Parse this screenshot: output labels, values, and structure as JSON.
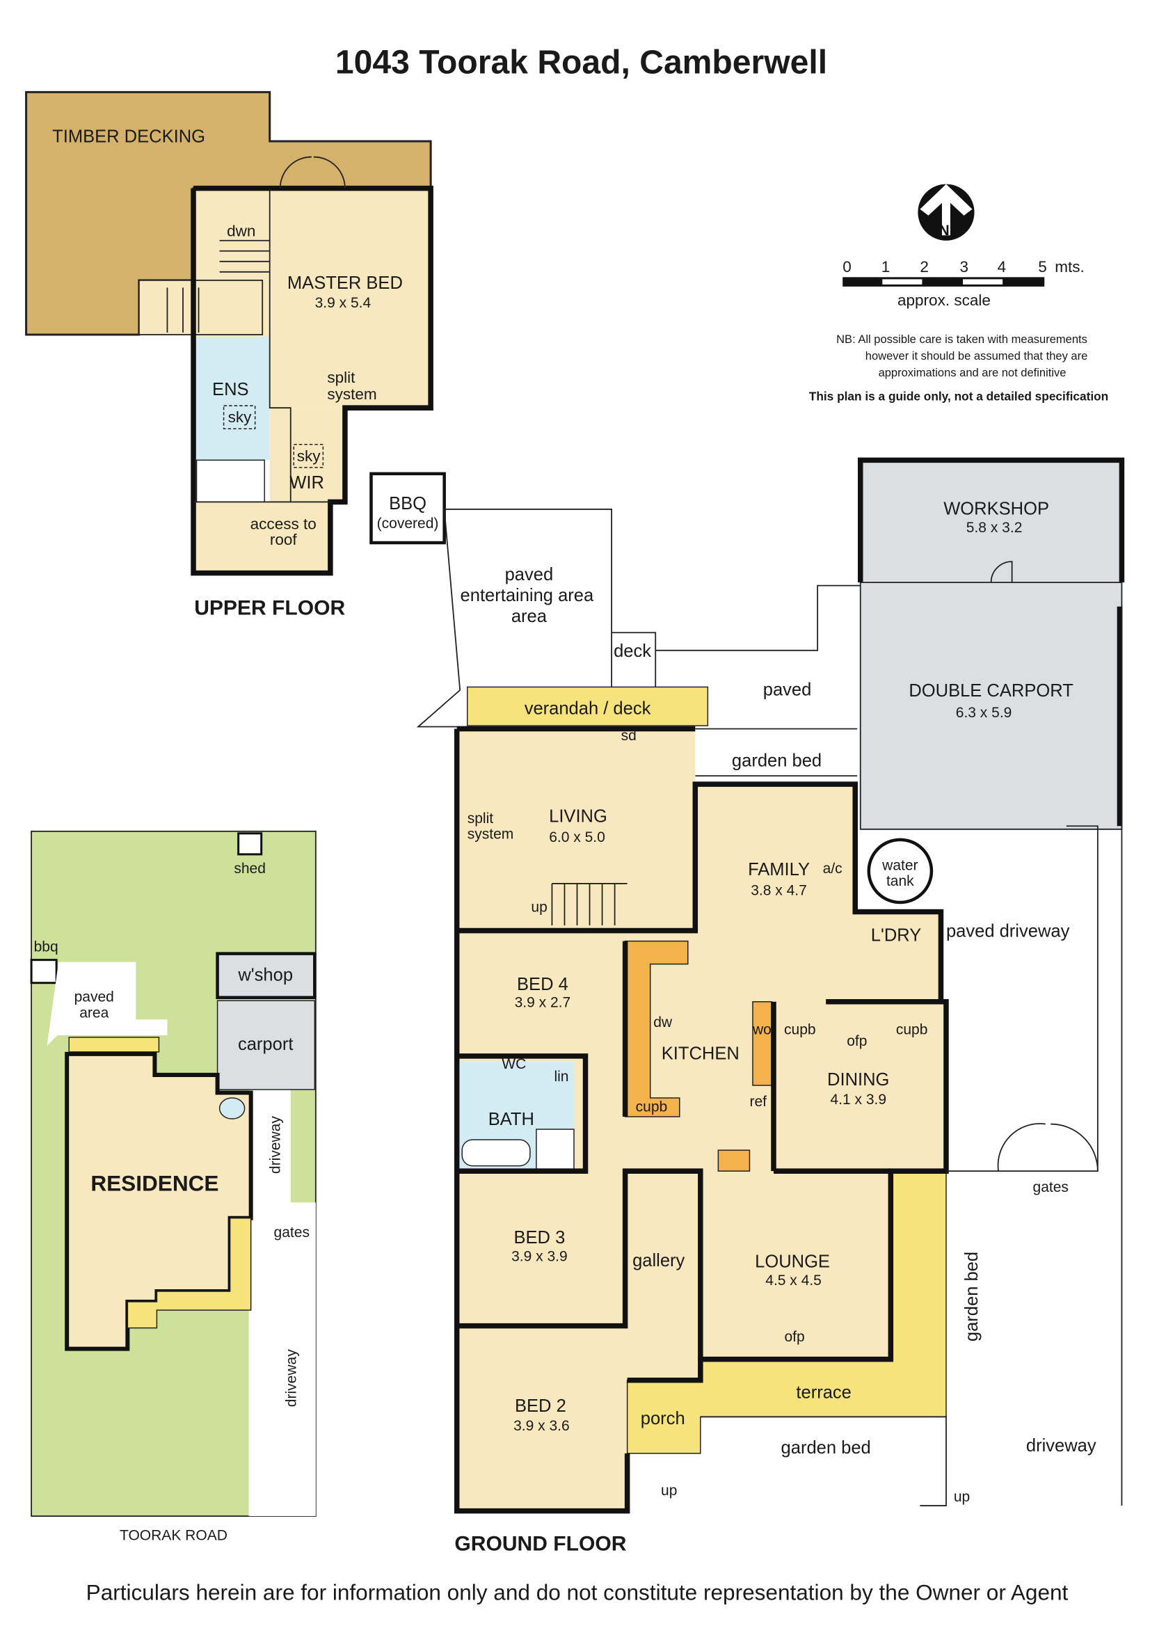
{
  "title": "1043 Toorak Road, Camberwell",
  "colors": {
    "cream": "#f8e8bf",
    "decking": "#d5b26c",
    "yellow": "#f7e37c",
    "grey": "#dcdfe1",
    "blue": "#d3ebf2",
    "green": "#cde19b",
    "orange": "#f3b24b"
  },
  "upper_floor": {
    "label": "UPPER FLOOR",
    "timber_decking": "TIMBER DECKING",
    "dwn": "dwn",
    "master_bed": {
      "name": "MASTER BED",
      "dim": "3.9 x 5.4"
    },
    "split_system": [
      "split",
      "system"
    ],
    "ens": "ENS",
    "sky": "sky",
    "wir": "WIR",
    "access": [
      "access to",
      "roof"
    ]
  },
  "ground_floor": {
    "label": "GROUND FLOOR",
    "bbq": [
      "BBQ",
      "(covered)"
    ],
    "paved_entertaining": [
      "paved",
      "entertaining area",
      "area"
    ],
    "deck": "deck",
    "verandah": "verandah / deck",
    "paved": "paved",
    "sd": "sd",
    "garden_bed": "garden bed",
    "workshop": {
      "name": "WORKSHOP",
      "dim": "5.8 x 3.2"
    },
    "carport": {
      "name": "DOUBLE CARPORT",
      "dim": "6.3 x 5.9"
    },
    "living": {
      "name": "LIVING",
      "dim": "6.0 x 5.0"
    },
    "split_system": [
      "split",
      "system"
    ],
    "up": "up",
    "family": {
      "name": "FAMILY",
      "dim": "3.8 x 4.7"
    },
    "ac": "a/c",
    "water_tank": [
      "water",
      "tank"
    ],
    "ldry": "L'DRY",
    "paved_driveway": "paved driveway",
    "bed4": {
      "name": "BED 4",
      "dim": "3.9 x 2.7"
    },
    "dw": "dw",
    "kitchen": "KITCHEN",
    "wo": "wo",
    "cupb": "cupb",
    "ofp": "ofp",
    "ref": "ref",
    "dining": {
      "name": "DINING",
      "dim": "4.1 x 3.9"
    },
    "wc": "WC",
    "lin": "lin",
    "bath": "BATH",
    "gates": "gates",
    "bed3": {
      "name": "BED 3",
      "dim": "3.9 x 3.9"
    },
    "gallery": "gallery",
    "lounge": {
      "name": "LOUNGE",
      "dim": "4.5 x 4.5"
    },
    "terrace": "terrace",
    "bed2": {
      "name": "BED 2",
      "dim": "3.9 x 3.6"
    },
    "porch": "porch",
    "driveway": "driveway"
  },
  "legend": {
    "north": "N",
    "scale_ticks": [
      "0",
      "1",
      "2",
      "3",
      "4",
      "5"
    ],
    "scale_unit": "mts.",
    "scale_label": "approx. scale",
    "nb": [
      "NB:  All possible care is taken with measurements",
      "however it should be assumed that they are",
      "approximations and are not definitive"
    ],
    "guide": "This plan is a guide only, not a detailed specification"
  },
  "site_plan": {
    "shed": "shed",
    "bbq": "bbq",
    "paved_area": [
      "paved",
      "area"
    ],
    "wshop": "w'shop",
    "carport": "carport",
    "residence": "RESIDENCE",
    "driveway": "driveway",
    "gates": "gates",
    "road": "TOORAK ROAD"
  },
  "disclaimer": "Particulars herein are for information only and do not constitute representation by the Owner or Agent"
}
